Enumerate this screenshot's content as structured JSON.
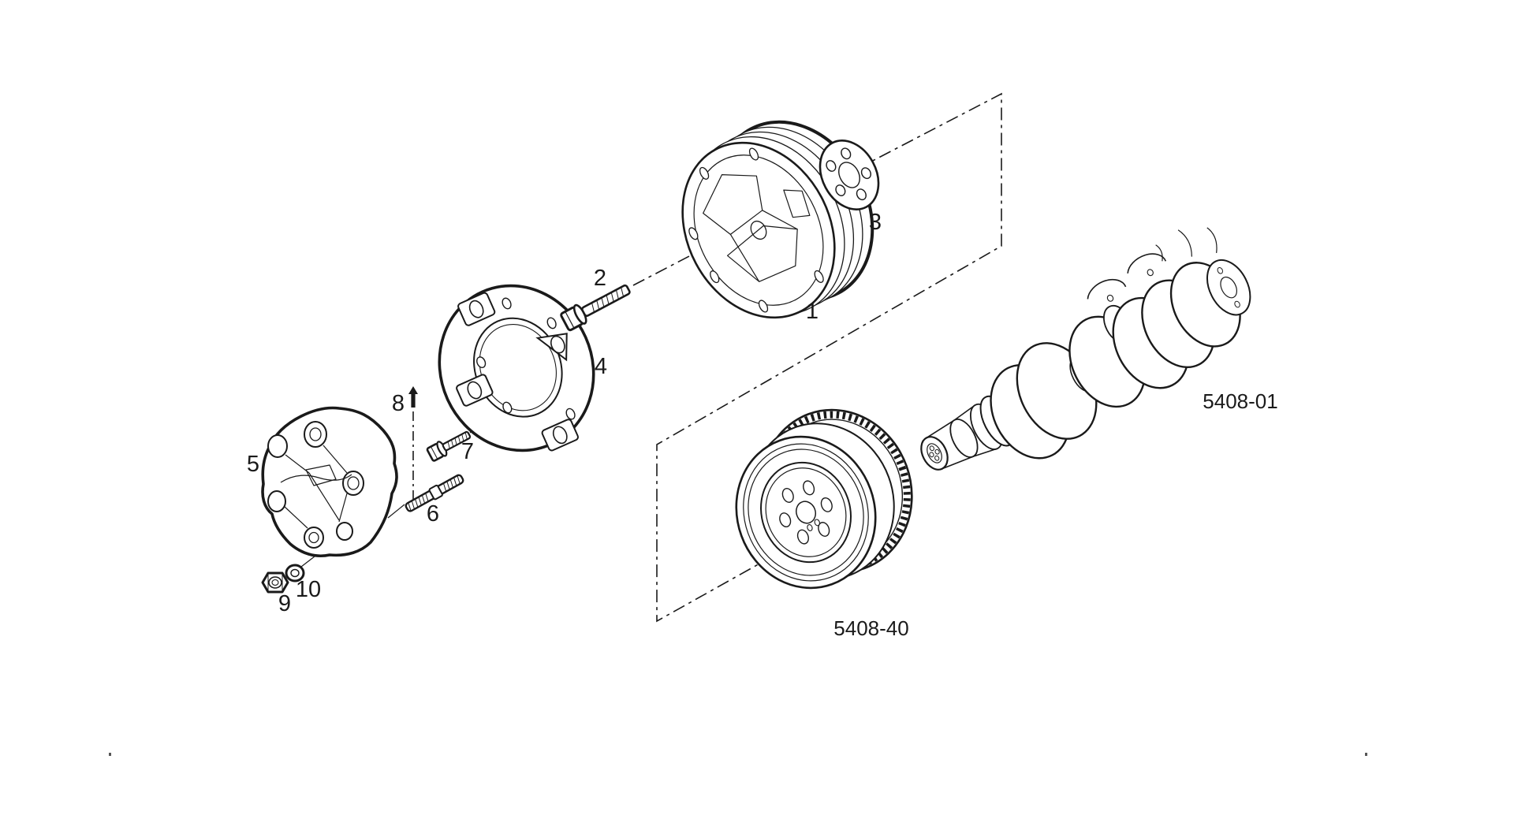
{
  "page": {
    "background": "#ffffff",
    "line_color": "#1a1a1a",
    "diagram_type": "exploded-parts-diagram"
  },
  "callouts": [
    {
      "n": "1"
    },
    {
      "n": "2"
    },
    {
      "n": "3"
    },
    {
      "n": "4"
    },
    {
      "n": "5"
    },
    {
      "n": "6"
    },
    {
      "n": "7"
    },
    {
      "n": "8"
    },
    {
      "n": "9"
    },
    {
      "n": "10"
    }
  ],
  "references": [
    {
      "id": "5408-40"
    },
    {
      "id": "5408-01"
    }
  ]
}
